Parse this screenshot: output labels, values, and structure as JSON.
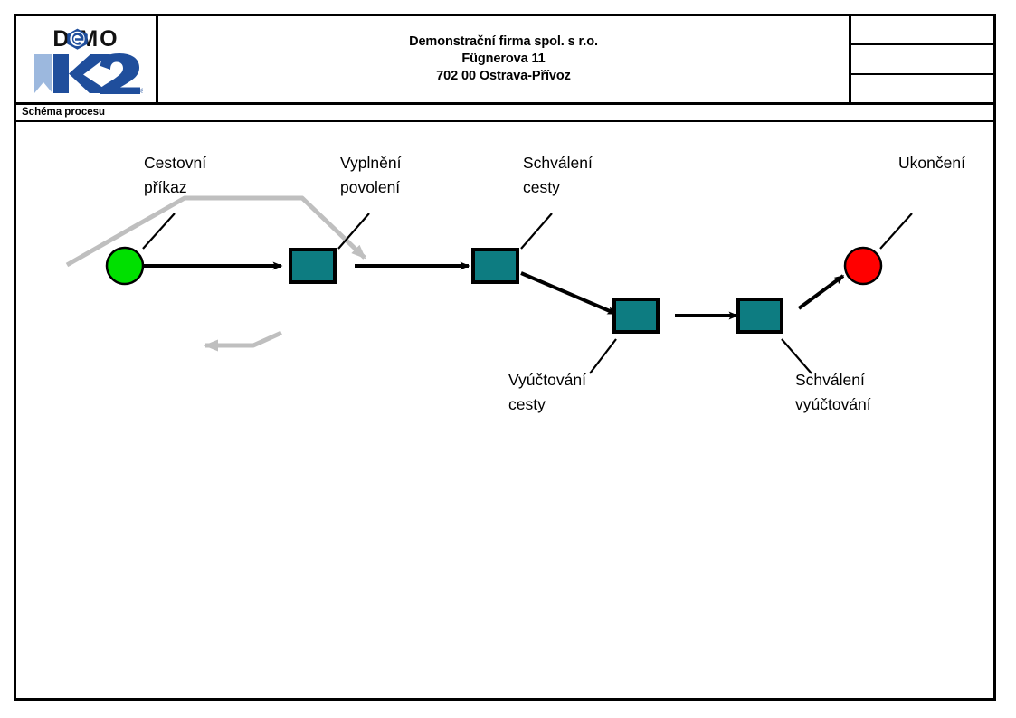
{
  "document": {
    "frame_color": "#000000",
    "background": "#ffffff"
  },
  "header": {
    "logo": {
      "demo_word": "D  MO",
      "demo_letter_d": "D",
      "demo_letter_m": "M",
      "demo_letter_o": "O",
      "brand_mark": "K2",
      "brand_registered": "®",
      "brand_color_dark": "#1F4E9C",
      "brand_color_light": "#9CB8DE"
    },
    "company_block": "Demonstrační firma spol. s r.o.\nFügnerova 11\n702 00 Ostrava-Přívoz",
    "company_name": "Demonstrační firma spol. s r.o.",
    "company_street": "Fügnerova 11",
    "company_city": "702 00 Ostrava-Přívoz",
    "meta_rows": [
      "",
      "",
      ""
    ]
  },
  "subtitle": {
    "text": "Schéma procesu"
  },
  "diagram": {
    "title": "Schéma procesu",
    "colors": {
      "start_node": "#00E000",
      "end_node": "#FF0000",
      "task_node": "#0D7C81",
      "node_border": "#000000",
      "flow_black": "#000000",
      "flow_gray": "#BFBFBF",
      "leader_line": "#000000"
    },
    "nodes": [
      {
        "id": "start",
        "type": "start-circle",
        "label": "Cestovní\npříkaz",
        "label_line1": "Cestovní",
        "label_line2": "příkaz"
      },
      {
        "id": "task1",
        "type": "task-box",
        "label": "Vyplnění\npovolení",
        "label_line1": "Vyplnění",
        "label_line2": "povolení"
      },
      {
        "id": "task2",
        "type": "task-box",
        "label": "Schválení\ncesty",
        "label_line1": "Schválení",
        "label_line2": "cesty"
      },
      {
        "id": "task3",
        "type": "task-box",
        "label": "Vyúčtování\ncesty",
        "label_line1": "Vyúčtování",
        "label_line2": "cesty"
      },
      {
        "id": "task4",
        "type": "task-box",
        "label": "Schválení\nvyúčtování",
        "label_line1": "Schválení",
        "label_line2": "vyúčtování"
      },
      {
        "id": "end",
        "type": "end-circle",
        "label": "Ukončení",
        "label_line1": "Ukončení",
        "label_line2": ""
      }
    ],
    "flows": [
      {
        "from": "start",
        "to": "task1",
        "style": "black"
      },
      {
        "from": "task1",
        "to": "task2",
        "style": "black"
      },
      {
        "from": "task2",
        "to": "task3",
        "style": "black"
      },
      {
        "from": "task3",
        "to": "task4",
        "style": "black"
      },
      {
        "from": "task4",
        "to": "end",
        "style": "black"
      },
      {
        "from": "task2",
        "to": "end",
        "style": "gray"
      },
      {
        "from": "task4",
        "to": "task3",
        "style": "gray"
      }
    ]
  }
}
